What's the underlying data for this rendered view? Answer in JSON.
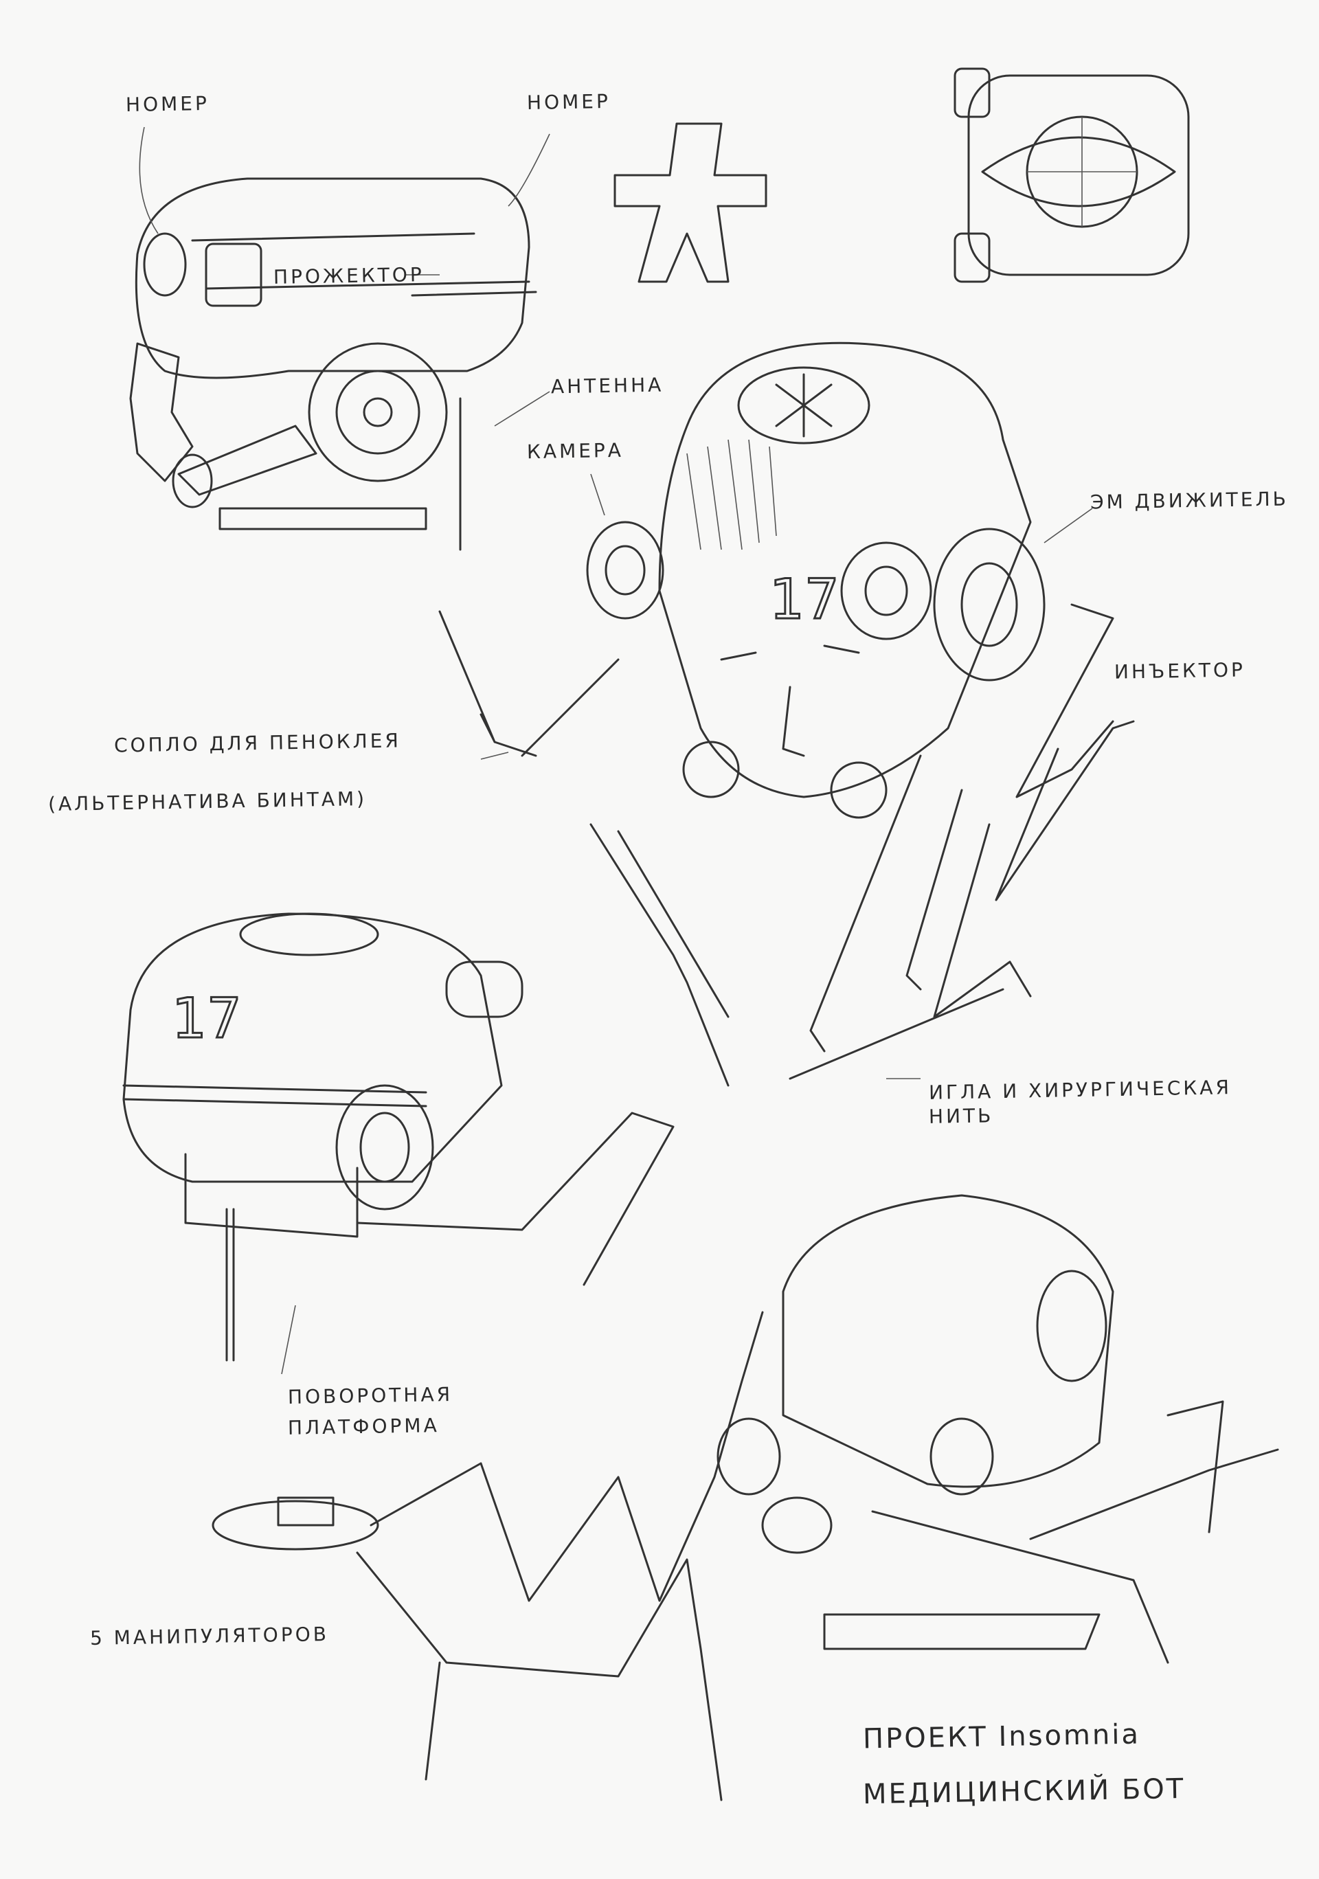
{
  "labels": {
    "number_left": "НОМЕР",
    "number_right": "НОМЕР",
    "projector": "ПРОЖЕКТОР",
    "antenna": "АНТЕННА",
    "camera": "КАМЕРА",
    "em_drive": "ЭМ ДВИЖИТЕЛЬ",
    "injector": "ИНЪЕКТОР",
    "nozzle_line1": "СОПЛО ДЛЯ ПЕНОКЛЕЯ",
    "nozzle_line2": "(АЛЬТЕРНАТИВА БИНТАМ)",
    "needle_line1": "ИГЛА И ХИРУРГИЧЕСКАЯ",
    "needle_line2": "НИТЬ",
    "platform_line1": "ПОВОРОТНАЯ",
    "platform_line2": "ПЛАТФОРМА",
    "manipulators": "5 МАНИПУЛЯТОРОВ",
    "project_line1": "ПРОЕКТ Insomnia",
    "project_line2": "МЕДИЦИНСКИЙ БОТ"
  },
  "robot_number": "17",
  "colors": {
    "paper": "#f8f8f7",
    "pencil": "#333333"
  }
}
